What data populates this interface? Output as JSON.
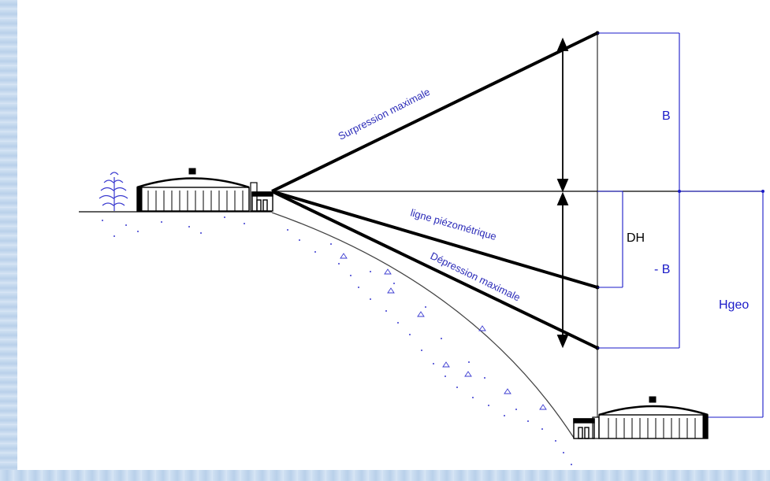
{
  "diagram": {
    "labels": {
      "surpression": "Surpression maximale",
      "piezo": "ligne piézométrique",
      "depression": "Dépression maximale",
      "b_upper": "B",
      "b_lower": "- B",
      "dh": "DH",
      "hgeo": "Hgeo"
    },
    "colors": {
      "label_blue": "#2b2bb8",
      "dim_blue": "#1a1ac8",
      "line_black": "#000000",
      "border_blue": "#c7daef"
    }
  }
}
